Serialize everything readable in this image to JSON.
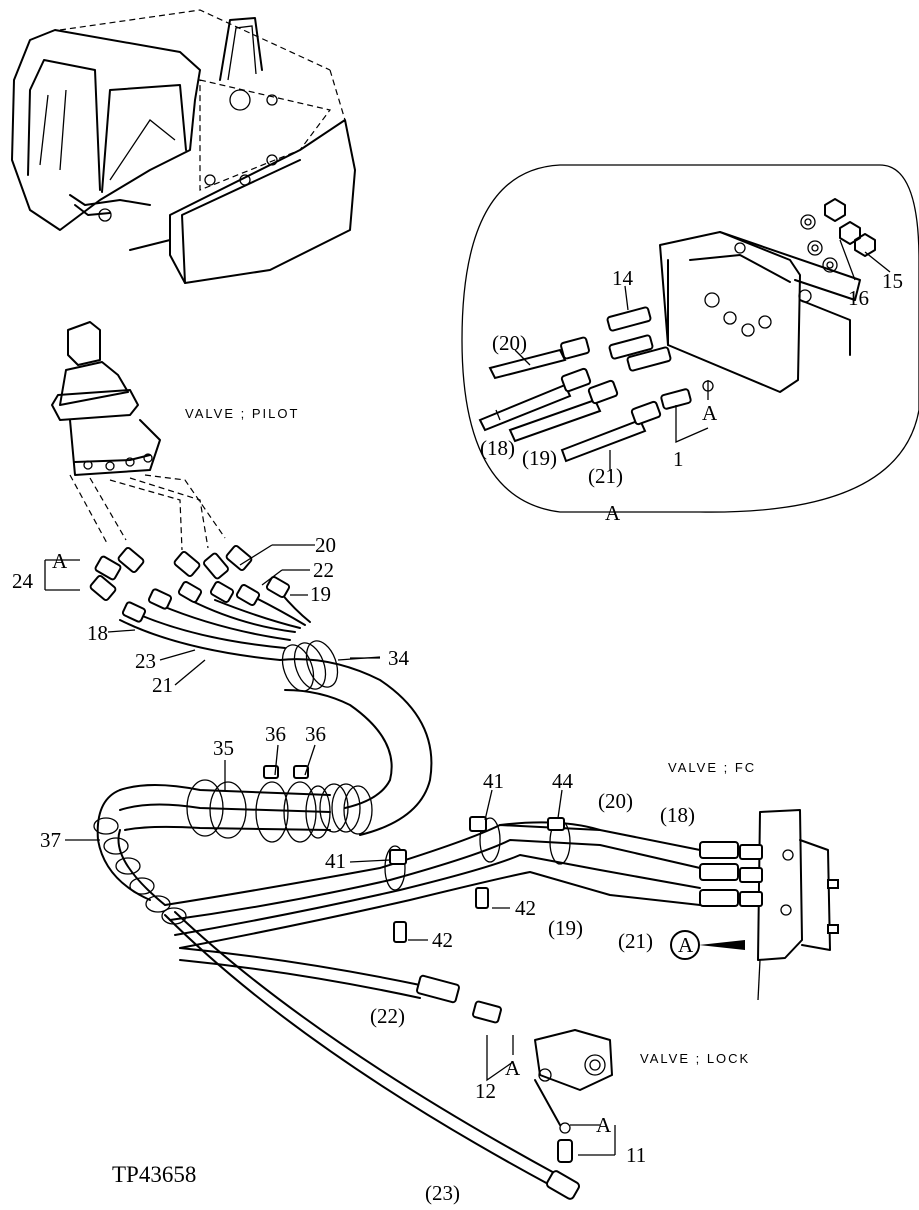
{
  "document_code": "TP43658",
  "captions": {
    "valve_pilot": "VALVE ; PILOT",
    "valve_fc": "VALVE ; FC",
    "valve_lock": "VALVE ; LOCK"
  },
  "detail": {
    "view_label": "A",
    "callout_badge": "A"
  },
  "callouts": {
    "c1": "1",
    "c11": "11",
    "c12": "12",
    "c14": "14",
    "c15": "15",
    "c16": "16",
    "c18": "18",
    "c19": "19",
    "c20": "20",
    "c21": "21",
    "c22": "22",
    "c23": "23",
    "c24": "24",
    "c34": "34",
    "c35": "35",
    "c36a": "36",
    "c36b": "36",
    "c37": "37",
    "c41a": "41",
    "c41b": "41",
    "c42a": "42",
    "c42b": "42",
    "c44": "44",
    "p18a": "(18)",
    "p19a": "(19)",
    "p20a": "(20)",
    "p21a": "(21)",
    "p18b": "(18)",
    "p19b": "(19)",
    "p20b": "(20)",
    "p21b": "(21)",
    "p22": "(22)",
    "p23": "(23)",
    "a_pilot": "A",
    "a_lock": "A",
    "a_lock2": "A",
    "a_detail": "A"
  }
}
